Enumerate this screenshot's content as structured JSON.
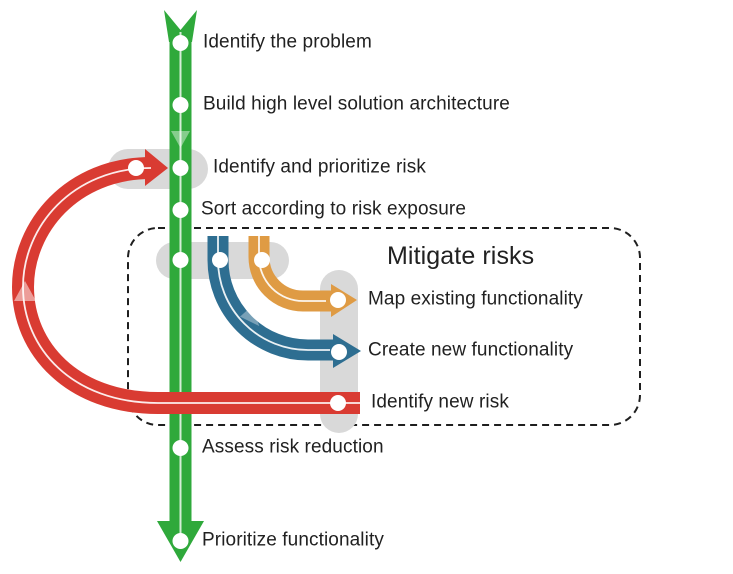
{
  "colors": {
    "green": "#2fa93b",
    "red": "#d93b32",
    "blue": "#2e6e91",
    "orange": "#df9b44",
    "track": "#d9d9d9",
    "outline": "#1f1f1f",
    "text": "#212121"
  },
  "flow_steps": [
    {
      "label": "Identify the problem"
    },
    {
      "label": "Build high level solution architecture"
    },
    {
      "label": "Identify and prioritize risk"
    },
    {
      "label": "Sort according to risk exposure"
    },
    {
      "label": "Assess risk reduction"
    },
    {
      "label": "Prioritize functionality"
    }
  ],
  "mitigate_box": {
    "title": "Mitigate risks",
    "steps": [
      {
        "label": "Map existing functionality"
      },
      {
        "label": "Create new functionality"
      },
      {
        "label": "Identify new risk"
      }
    ]
  }
}
